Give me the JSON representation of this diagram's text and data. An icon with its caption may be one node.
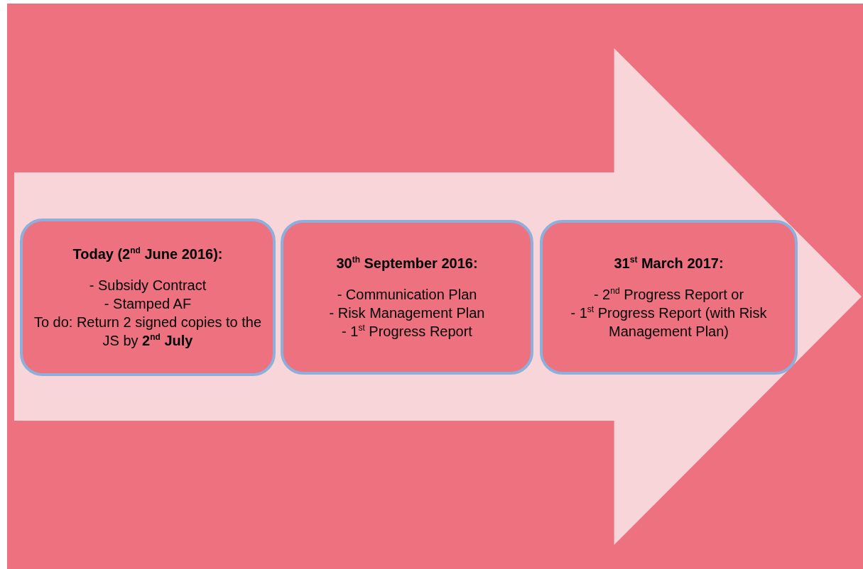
{
  "diagram": {
    "nodes": [
      {
        "text": [],
        "shape": "arrow"
      },
      {
        "text": [
          "Today (2$^{nd}$ June 2016):",
          "- Subsidy Contract",
          "- Stamped AF",
          "To do: Return 2 signed copies to the JS by **2$^{nd}$ July**"
        ],
        "in": 0
      },
      {
        "text": [
          "30$^{th}$ September 2016:",
          "- Communication Plan",
          "- Risk Management Plan",
          "- 1$^{st}$ Progress Report"
        ],
        "in": 0
      },
      {
        "text": [
          "31$^{st}$ March 2017:",
          "- 2$^{nd}$ Progress Report or",
          "- 1$^{st}$ Progress Report (with Risk Management Plan)"
        ],
        "in": 0
      }
    ],
    "edges": []
  }
}
